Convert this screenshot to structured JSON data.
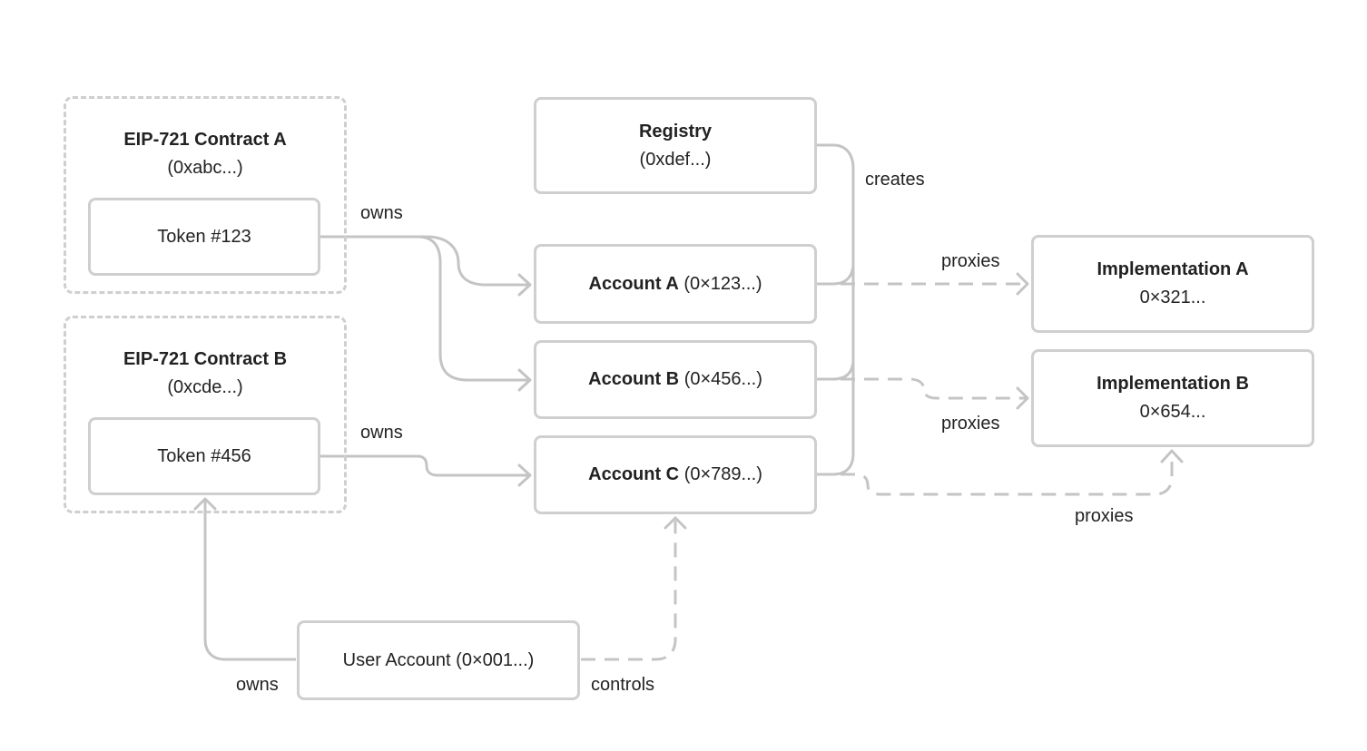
{
  "contract_a": {
    "title": "EIP-721 Contract A",
    "address": "(0xabc...)",
    "token": "Token #123"
  },
  "contract_b": {
    "title": "EIP-721 Contract B",
    "address": "(0xcde...)",
    "token": "Token #456"
  },
  "registry": {
    "title": "Registry",
    "address": "(0xdef...)"
  },
  "account_a": {
    "name": "Account A",
    "address": "(0×123...)"
  },
  "account_b": {
    "name": "Account B",
    "address": "(0×456...)"
  },
  "account_c": {
    "name": "Account C",
    "address": "(0×789...)"
  },
  "impl_a": {
    "title": "Implementation A",
    "address": "0×321..."
  },
  "impl_b": {
    "title": "Implementation B",
    "address": "0×654..."
  },
  "user": {
    "label": "User Account (0×001...)"
  },
  "edges": {
    "owns_1": "owns",
    "owns_2": "owns",
    "owns_3": "owns",
    "creates": "creates",
    "proxies_1": "proxies",
    "proxies_2": "proxies",
    "proxies_3": "proxies",
    "controls": "controls"
  },
  "colors": {
    "stroke": "#c4c4c4",
    "border": "#cfcfcf",
    "text": "#222222"
  }
}
